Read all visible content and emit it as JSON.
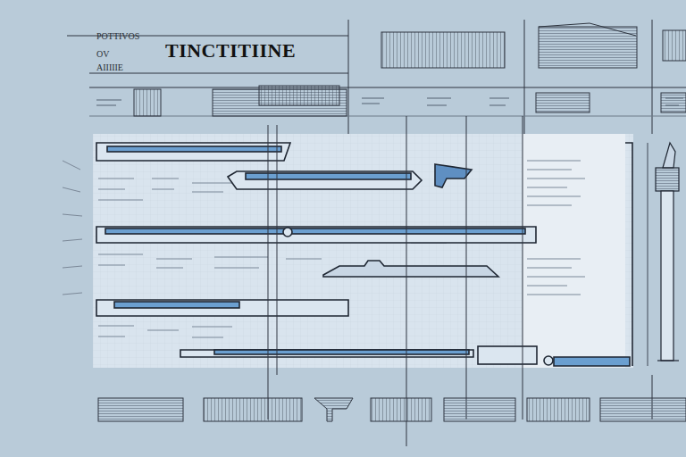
{
  "diagram": {
    "title": "TINCTITIINE",
    "labels": [
      "POTTIVOS",
      "OV",
      "AIIIIIE"
    ]
  }
}
